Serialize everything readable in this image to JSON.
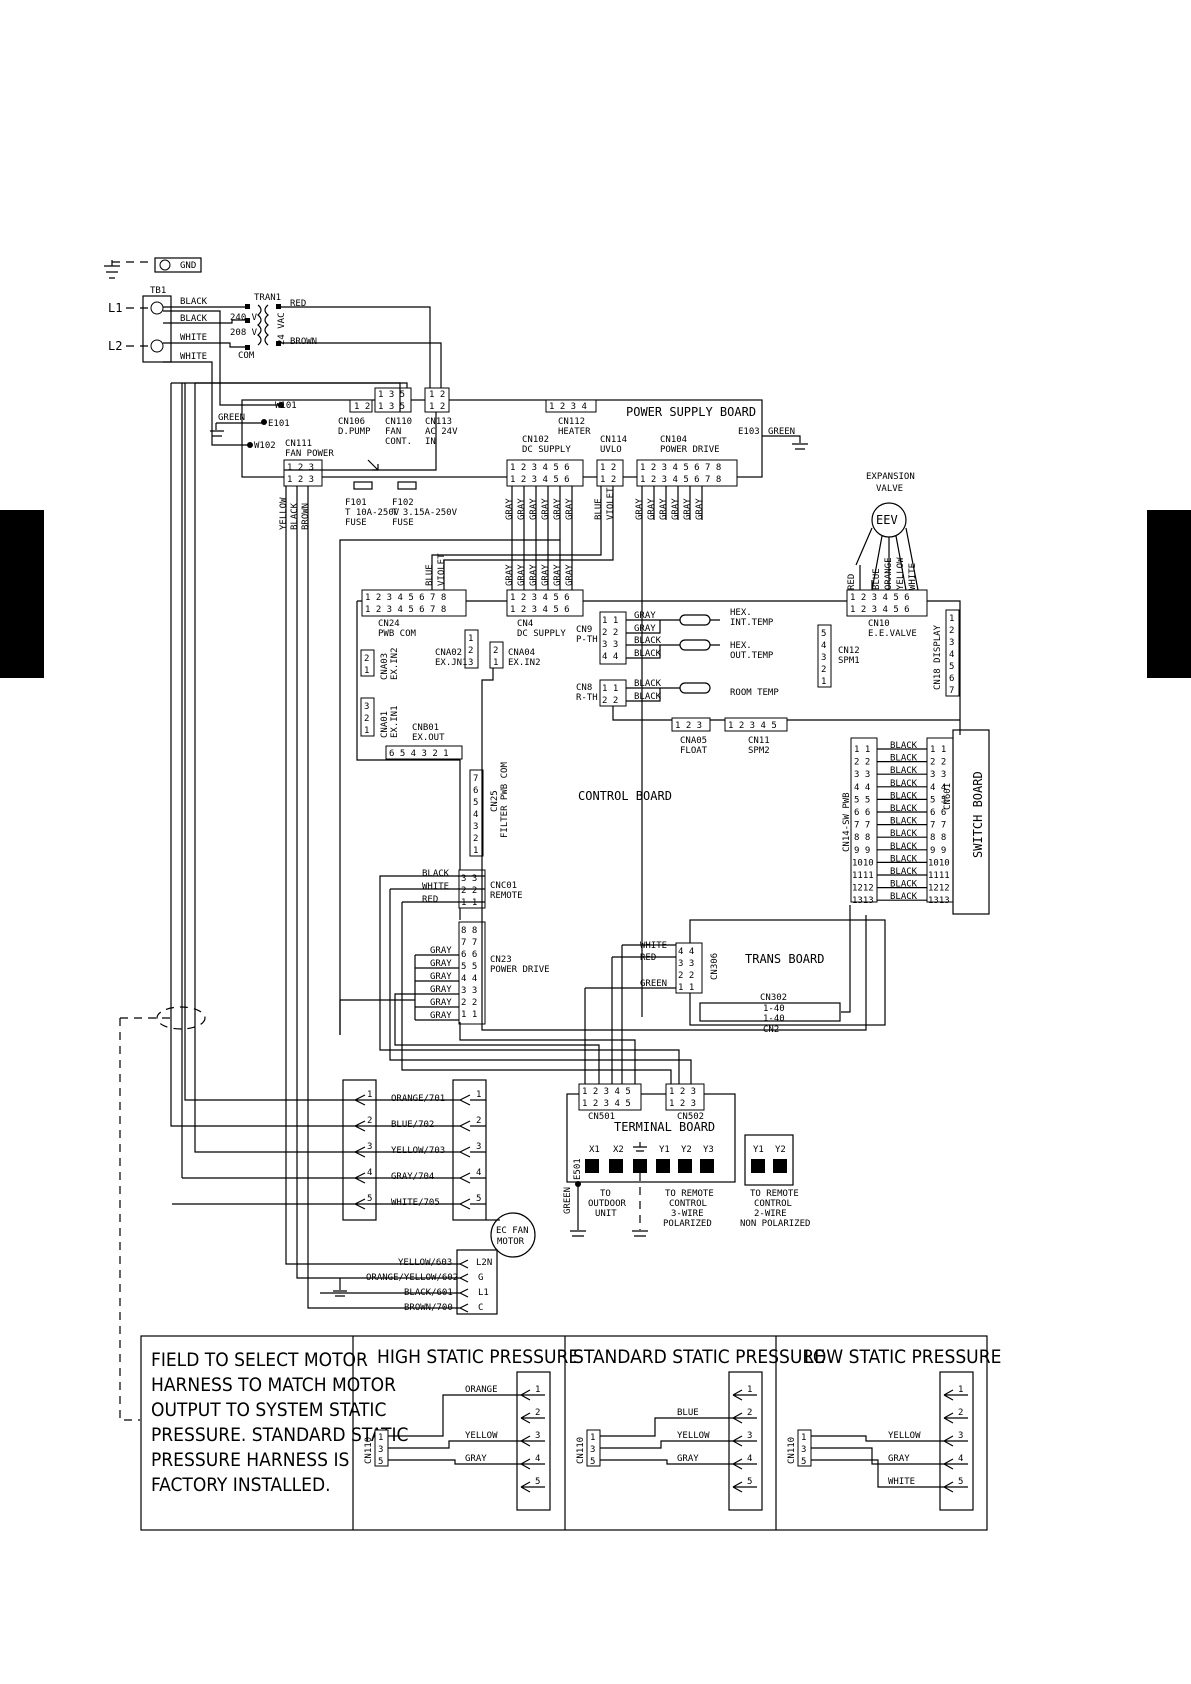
{
  "labels": {
    "gnd": "GND",
    "tb1": "TB1",
    "l1": "L1",
    "l2": "L2",
    "tran1": "TRAN1",
    "v240": "240 V",
    "v208": "208 V",
    "com": "COM",
    "vac24": "24 VAC",
    "black1": "BLACK",
    "black2": "BLACK",
    "white1": "WHITE",
    "white2": "WHITE",
    "red_tr": "RED",
    "brown_tr": "BROWN",
    "w101": "W101",
    "w102": "W102",
    "e101": "E101",
    "green_l": "GREEN",
    "e103": "E103",
    "green_r": "GREEN",
    "cn106a": "CN106",
    "cn106b": "D.PUMP",
    "cn110a": "CN110",
    "cn110b": "FAN",
    "cn110c": "CONT.",
    "cn113a": "CN113",
    "cn113b": "AC 24V",
    "cn113c": "IN",
    "cn112a": "CN112",
    "cn112b": "HEATER",
    "psb": "POWER SUPPLY BOARD",
    "cn111a": "CN111",
    "cn111b": "FAN POWER",
    "cn102a": "CN102",
    "cn102b": "DC SUPPLY",
    "cn114a": "CN114",
    "cn114b": "UVLO",
    "cn104a": "CN104",
    "cn104b": "POWER DRIVE",
    "f101a": "F101",
    "f101b": "T 10A-250V",
    "f101c": "FUSE",
    "f102a": "F102",
    "f102b": "T 3.15A-250V",
    "f102c": "FUSE",
    "yellow_v": "YELLOW",
    "black_v": "BLACK",
    "brown_v": "BROWN",
    "gray_v": "GRAY",
    "blue_v": "BLUE",
    "violet_v": "VIOLET",
    "exp1": "EXPANSION",
    "exp2": "VALVE",
    "eev": "EEV",
    "red_e": "RED",
    "blue_e": "BLUE",
    "orange_e": "ORANGE",
    "yellow_e": "YELLOW",
    "white_e": "WHITE",
    "cn24a": "CN24",
    "cn24b": "PWB COM",
    "cn4a": "CN4",
    "cn4b": "DC SUPPLY",
    "cn9a": "CN9",
    "cn9b": "P-TH",
    "cn8a": "CN8",
    "cn8b": "R-TH",
    "gray_t1": "GRAY",
    "gray_t2": "GRAY",
    "black_t1": "BLACK",
    "black_t2": "BLACK",
    "black_t3": "BLACK",
    "black_t4": "BLACK",
    "hex1a": "HEX.",
    "hex1b": "INT.TEMP",
    "hex2a": "HEX.",
    "hex2b": "OUT.TEMP",
    "room": "ROOM TEMP",
    "cn10a": "CN10",
    "cn10b": "E.E.VALVE",
    "cn12a": "CN12",
    "cn12b": "SPM1",
    "cn18": "CN18 DISPLAY",
    "cna02a": "CNA02",
    "cna02b": "EX.JN1",
    "cna04a": "CNA04",
    "cna04b": "EX.IN2",
    "cna03": "CNA03",
    "cna03b": "EX.IN2",
    "cna01": "CNA01",
    "cna01b": "EX.IN1",
    "cnb01a": "CNB01",
    "cnb01b": "EX.OUT",
    "cna05a": "CNA05",
    "cna05b": "FLOAT",
    "cn11a": "CN11",
    "cn11b": "SPM2",
    "cn25": "CN25",
    "cn25b": "FILTER PWB COM",
    "control": "CONTROL BOARD",
    "cn14": "CN14-SW PWB",
    "cn601": "CN601",
    "switch": "SWITCH BOARD",
    "cnc01a": "CNC01",
    "cnc01b": "REMOTE",
    "rblack": "BLACK",
    "rwhite": "WHITE",
    "rred": "RED",
    "cn23a": "CN23",
    "cn23b": "POWER DRIVE",
    "cn306": "CN306",
    "trans": "TRANS BOARD",
    "twhite": "WHITE",
    "tred": "RED",
    "tgreen": "GREEN",
    "cn302": "CN302",
    "r140a": "1-40",
    "r140b": "1-40",
    "cn2": "CN2",
    "cn501": "CN501",
    "cn502": "CN502",
    "terminal": "TERMINAL BOARD",
    "x1": "X1",
    "x2": "X2",
    "y1": "Y1",
    "y2": "Y2",
    "y3": "Y3",
    "y1b": "Y1",
    "y2b": "Y2",
    "e501": "E501",
    "green_tb": "GREEN",
    "to1": "TO",
    "to2": "OUTDOOR",
    "to3": "UNIT",
    "trc1": "TO REMOTE",
    "trc2": "CONTROL",
    "trc3": "3-WIRE",
    "trc4": "POLARIZED",
    "trd1": "TO REMOTE",
    "trd2": "CONTROL",
    "trd3": "2-WIRE",
    "trd4": "NON POLARIZED",
    "o701": "ORANGE/701",
    "b702": "BLUE/702",
    "y703": "YELLOW/703",
    "g704": "GRAY/704",
    "w705": "WHITE/705",
    "ecfan1": "EC FAN",
    "ecfan2": "MOTOR",
    "y603": "YELLOW/603",
    "oy602": "ORANGE/YELLOW/602",
    "b601": "BLACK/601",
    "br700": "BROWN/700",
    "l2n": "L2N",
    "g": "G",
    "l1m": "L1",
    "c": "C",
    "n1": "1",
    "n2": "2",
    "n3": "3",
    "n4": "4",
    "n5": "5"
  },
  "colors": {
    "gray": [
      "GRAY",
      "GRAY",
      "GRAY",
      "GRAY",
      "GRAY",
      "GRAY"
    ],
    "black": [
      "BLACK",
      "BLACK",
      "BLACK",
      "BLACK",
      "BLACK",
      "BLACK",
      "BLACK",
      "BLACK",
      "BLACK",
      "BLACK",
      "BLACK",
      "BLACK",
      "BLACK"
    ]
  },
  "legend": {
    "lines": [
      "FIELD TO SELECT MOTOR",
      "HARNESS TO MATCH MOTOR",
      "OUTPUT TO SYSTEM STATIC",
      "PRESSURE. STANDARD STATIC",
      "PRESSURE HARNESS IS",
      "FACTORY INSTALLED."
    ],
    "high": "HIGH STATIC PRESSURE",
    "standard": "STANDARD STATIC PRESSURE",
    "low": "LOW STATIC PRESSURE",
    "cn110": "CN110",
    "orange": "ORANGE",
    "blue": "BLUE",
    "yellow": "YELLOW",
    "gray": "GRAY",
    "white": "WHITE"
  }
}
